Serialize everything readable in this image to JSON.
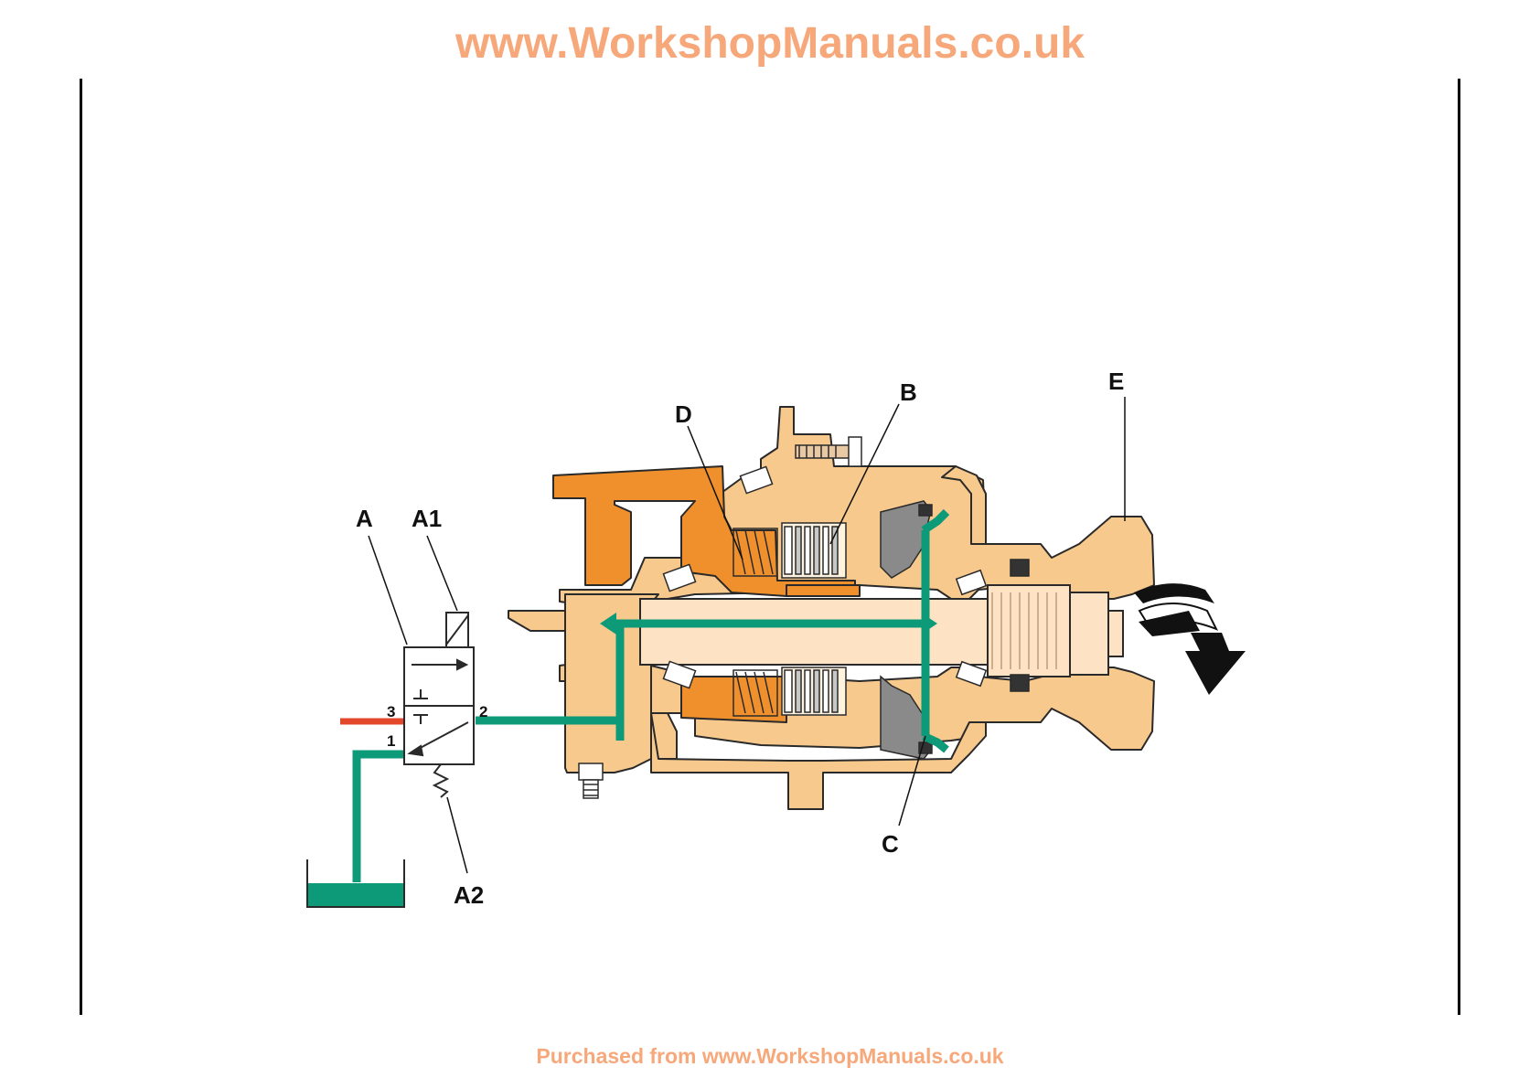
{
  "watermark": {
    "top": "www.WorkshopManuals.co.uk",
    "bottom": "Purchased from www.WorkshopManuals.co.uk"
  },
  "labels": {
    "a": "A",
    "a1": "A1",
    "a2": "A2",
    "b": "B",
    "c": "C",
    "d": "D",
    "e": "E"
  },
  "ports": {
    "p1": "1",
    "p2": "2",
    "p3": "3"
  },
  "colors": {
    "housing": "#f7c98d",
    "orange_part": "#f0902c",
    "hydraulic_line": "#0d9a78",
    "pressure_line": "#e2472a",
    "seal_grey": "#8a8a8a",
    "watermark": "#f7a87a"
  }
}
